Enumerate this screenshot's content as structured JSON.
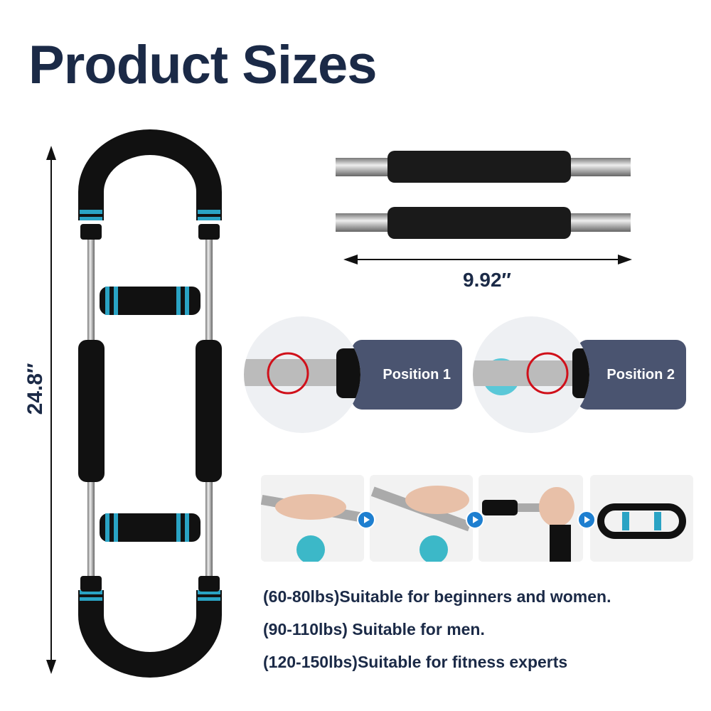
{
  "title": "Product Sizes",
  "dimensions": {
    "height": "24.8″",
    "width": "9.92″"
  },
  "positions": [
    {
      "label": "Position 1"
    },
    {
      "label": "Position 2"
    }
  ],
  "resistance_levels": [
    "(60-80lbs)Suitable for beginners and women.",
    "(90-110lbs) Suitable for men.",
    "(120-150lbs)Suitable for fitness experts"
  ],
  "colors": {
    "navy": "#1b2a47",
    "pill": "#4a5470",
    "accent": "#2aa3c4",
    "play": "#1e7fd0",
    "circle": "#d0101a"
  }
}
